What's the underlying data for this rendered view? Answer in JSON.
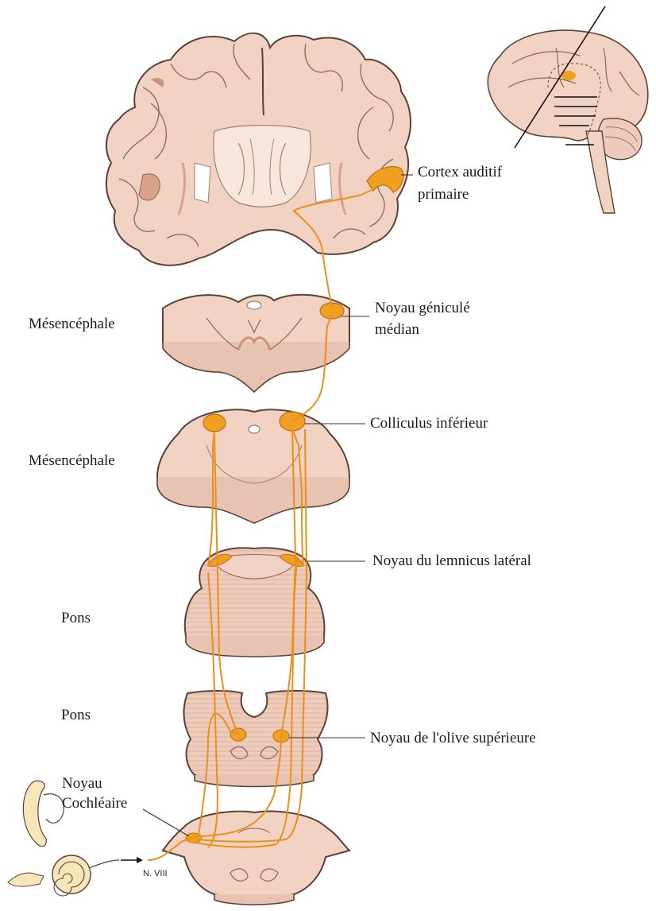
{
  "labels": {
    "cortex_line1": "Cortex auditif",
    "cortex_line2": "primaire",
    "mgn_line1": "Noyau géniculé",
    "mgn_line2": "médian",
    "mesencephale_1": "Mésencéphale",
    "colliculus": "Colliculus inférieur",
    "mesencephale_2": "Mésencéphale",
    "lemniscus": "Noyau du lemnicus latéral",
    "pons_1": "Pons",
    "pons_2": "Pons",
    "olive": "Noyau de l'olive supérieure",
    "cochlear_line1": "Noyau",
    "cochlear_line2": "Cochléaire",
    "nerve": "N. VIII"
  },
  "colors": {
    "tissue": "#f2d3c3",
    "tissue_outline": "#5a4038",
    "pathway": "#e8901c",
    "nucleus": "#f0a020",
    "white_matter": "#f8e6dc",
    "ventricle": "#ffffff"
  }
}
